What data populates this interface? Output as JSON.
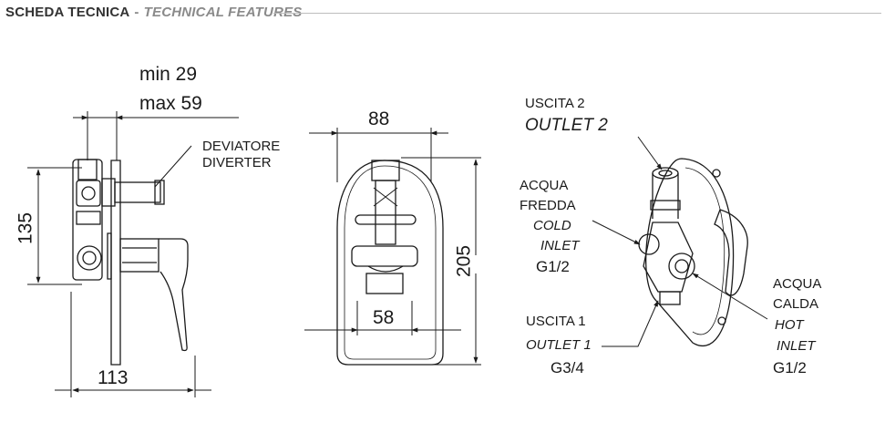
{
  "header": {
    "title_it": "SCHEDA TECNICA",
    "separator": "-",
    "title_en": "TECHNICAL FEATURES"
  },
  "side_view": {
    "depth_min": "min 29",
    "depth_max": "max 59",
    "height": "135",
    "width": "113",
    "diverter_it": "DEVIATORE",
    "diverter_en": "DIVERTER"
  },
  "front_view": {
    "plate_width": "88",
    "plate_height": "205",
    "inner_width": "58"
  },
  "iso_view": {
    "outlet2_it": "USCITA 2",
    "outlet2_en": "OUTLET 2",
    "cold_it_1": "ACQUA",
    "cold_it_2": "FREDDA",
    "cold_en_1": "COLD",
    "cold_en_2": "INLET",
    "cold_size": "G1/2",
    "outlet1_it": "USCITA 1",
    "outlet1_en": "OUTLET 1",
    "outlet1_size": "G3/4",
    "hot_it_1": "ACQUA",
    "hot_it_2": "CALDA",
    "hot_en_1": "HOT",
    "hot_en_2": "INLET",
    "hot_size": "G1/2"
  }
}
